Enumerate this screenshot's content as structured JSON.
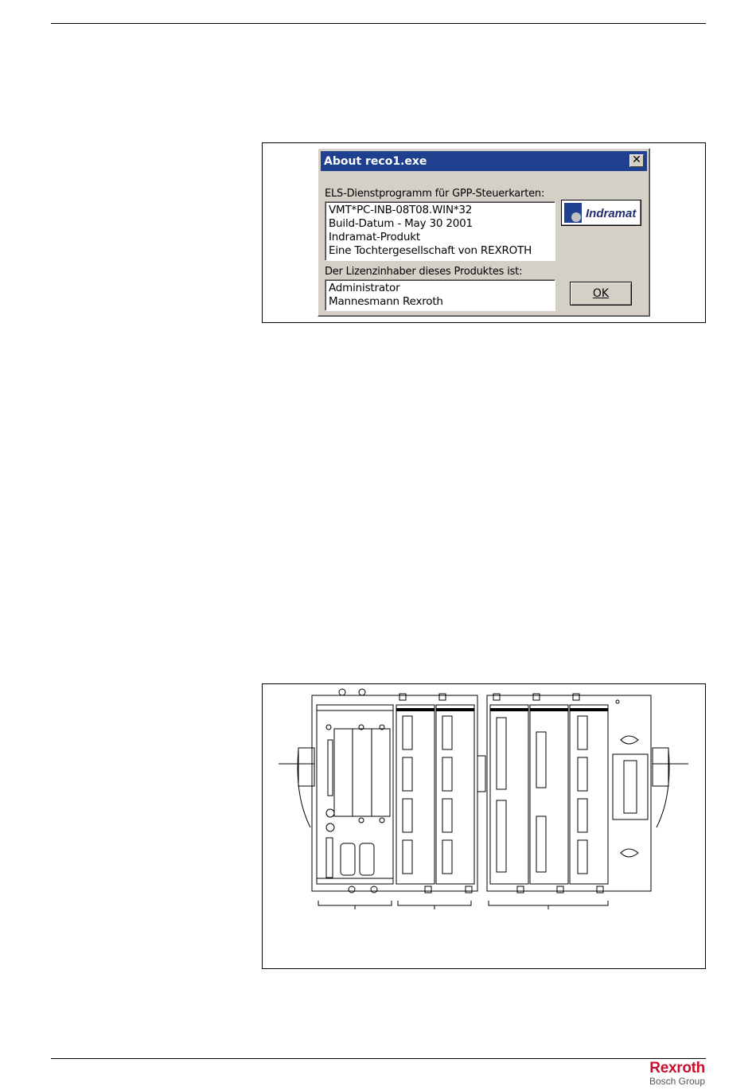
{
  "dialog": {
    "title": "About reco1.exe",
    "close_glyph": "✕",
    "program_label": "ELS-Dienstprogramm für GPP-Steuerkarten:",
    "program_lines": [
      "VMT*PC-INB-08T08.WIN*32",
      "Build-Datum - May 30 2001",
      "Indramat-Produkt",
      "Eine Tochtergesellschaft von REXROTH"
    ],
    "licensee_label": "Der Lizenzinhaber dieses Produktes ist:",
    "licensee_lines": [
      "Administrator",
      "Mannesmann Rexroth"
    ],
    "logo_text": "Indramat",
    "ok_label": "OK"
  },
  "footer": {
    "brand": "Rexroth",
    "sub": "Bosch Group"
  },
  "colors": {
    "titlebar": "#1f3f8f",
    "brand_red": "#c8102e",
    "dialog_face": "#d4d0c8"
  }
}
